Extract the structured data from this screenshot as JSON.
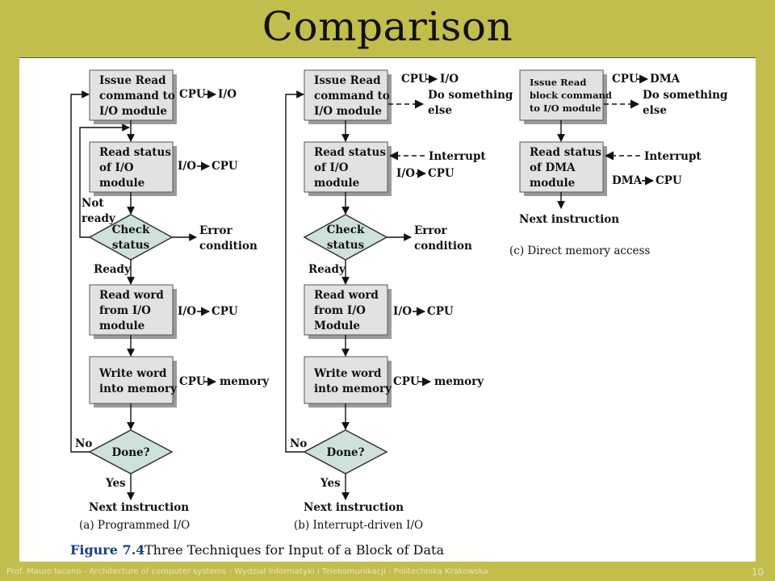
{
  "slide": {
    "title": "Comparison",
    "footer": "Prof. Mauro Iacono - Architecture of computer systems - Wydział Informatyki i Telekomunikacji - Politechnika Krakowska",
    "page_number": "10"
  },
  "figure": {
    "label": "Figure 7.4",
    "caption": "Three Techniques for Input of a Block of Data",
    "colors": {
      "box_fill": "#e2e2e2",
      "box_shadow": "#9a9a9a",
      "diamond_fill": "#cfe1db"
    },
    "a": {
      "caption": "(a) Programmed I/O",
      "box1": [
        "Issue Read",
        "command to",
        "I/O module"
      ],
      "box2": [
        "Read status",
        "of I/O",
        "module"
      ],
      "diamond1": [
        "Check",
        "status"
      ],
      "box3": [
        "Read word",
        "from I/O",
        "module"
      ],
      "box4": [
        "Write word",
        "into memory"
      ],
      "diamond2": "Done?",
      "cpu_io": [
        "CPU",
        "I/O"
      ],
      "io_cpu_1": [
        "I/O",
        "CPU"
      ],
      "io_cpu_2": [
        "I/O",
        "CPU"
      ],
      "cpu_mem": [
        "CPU",
        "memory"
      ],
      "not_ready": [
        "Not",
        "ready"
      ],
      "error": [
        "Error",
        "condition"
      ],
      "ready": "Ready",
      "no": "No",
      "yes": "Yes",
      "next": "Next instruction"
    },
    "b": {
      "caption": "(b) Interrupt-driven I/O",
      "box1": [
        "Issue Read",
        "command to",
        "I/O module"
      ],
      "box2": [
        "Read status",
        "of I/O",
        "module"
      ],
      "diamond1": [
        "Check",
        "status"
      ],
      "box3": [
        "Read word",
        "from I/O",
        "Module"
      ],
      "box4": [
        "Write word",
        "into memory"
      ],
      "diamond2": "Done?",
      "cpu_io": [
        "CPU",
        "I/O"
      ],
      "do_something": [
        "Do something",
        "else"
      ],
      "interrupt": "Interrupt",
      "io_cpu_1": [
        "I/O",
        "CPU"
      ],
      "io_cpu_2": [
        "I/O",
        "CPU"
      ],
      "cpu_mem": [
        "CPU",
        "memory"
      ],
      "error": [
        "Error",
        "condition"
      ],
      "ready": "Ready",
      "no": "No",
      "yes": "Yes",
      "next": "Next instruction"
    },
    "c": {
      "caption": "(c) Direct memory access",
      "box1": [
        "Issue Read",
        "block command",
        "to I/O module"
      ],
      "box2": [
        "Read status",
        "of DMA",
        "module"
      ],
      "cpu_dma": [
        "CPU",
        "DMA"
      ],
      "do_something": [
        "Do something",
        "else"
      ],
      "interrupt": "Interrupt",
      "dma_cpu": [
        "DMA",
        "CPU"
      ],
      "next": "Next instruction"
    }
  }
}
